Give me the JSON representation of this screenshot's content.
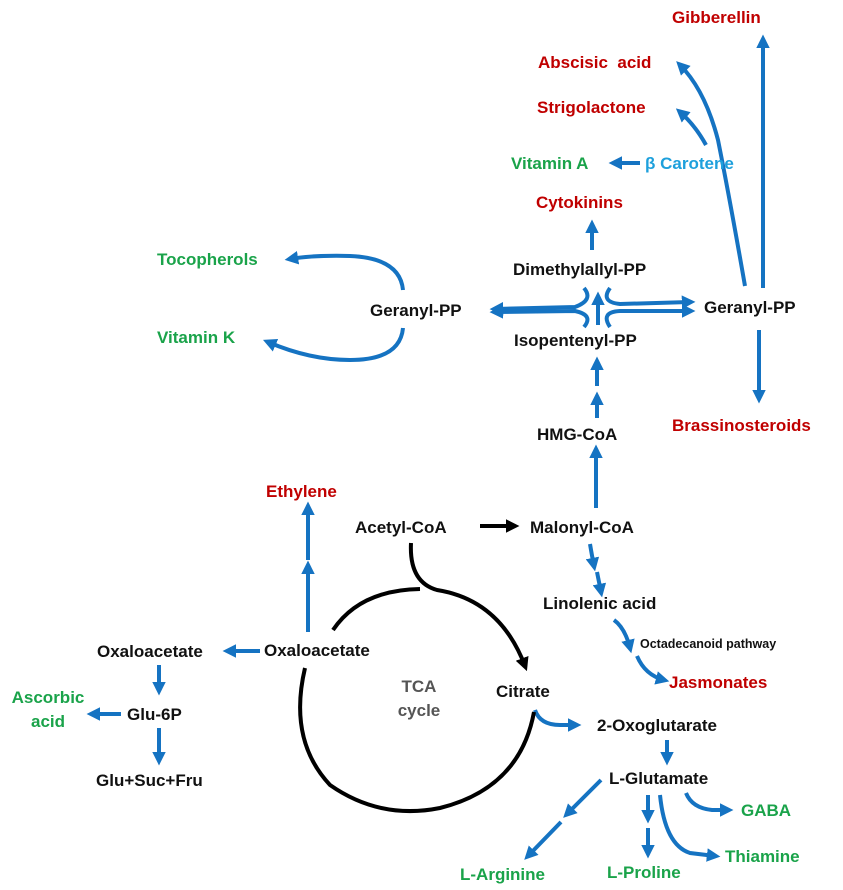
{
  "title": "Plant metabolic pathway map: TCA cycle, MVA/isoprenoid, fatty acid and amino acid branches",
  "colors": {
    "metabolite": "#111111",
    "hormone": "#c00000",
    "vitamin_or_product": "#1aa34a",
    "carotenoid": "#1ea0dc",
    "arrow": "#1573c2",
    "tca_arrow": "#000000"
  },
  "nodes": {
    "gibberellin": "Gibberellin",
    "abscisic_acid": "Abscisic  acid",
    "strigolactone": "Strigolactone",
    "vitamin_a": "Vitamin A",
    "beta_carotene": "β Carotene",
    "cytokinins": "Cytokinins",
    "tocopherols": "Tocopherols",
    "dimethylallyl_pp": "Dimethylallyl-PP",
    "geranyl_pp_left": "Geranyl-PP",
    "geranyl_pp_right": "Geranyl-PP",
    "vitamin_k": "Vitamin K",
    "isopentenyl_pp": "Isopentenyl-PP",
    "brassinosteroids": "Brassinosteroids",
    "hmg_coa": "HMG-CoA",
    "ethylene": "Ethylene",
    "acetyl_coa": "Acetyl-CoA",
    "malonyl_coa": "Malonyl-CoA",
    "linolenic_acid": "Linolenic acid",
    "octadecanoid_pathway": "Octadecanoid pathway",
    "oxaloacetate_left": "Oxaloacetate",
    "oxaloacetate_right": "Oxaloacetate",
    "jasmonates": "Jasmonates",
    "tca_line1": "TCA",
    "tca_line2": "cycle",
    "citrate": "Citrate",
    "ascorbic_line1": "Ascorbic",
    "ascorbic_line2": "acid",
    "glu_6p": "Glu-6P",
    "oxoglutarate": "2-Oxoglutarate",
    "glu_suc_fru": "Glu+Suc+Fru",
    "l_glutamate": "L-Glutamate",
    "gaba": "GABA",
    "thiamine": "Thiamine",
    "l_arginine": "L-Arginine",
    "l_proline": "L-Proline"
  },
  "edges": [
    {
      "from": "Acetyl-CoA",
      "to": "Malonyl-CoA"
    },
    {
      "from": "Acetyl-CoA",
      "to": "Citrate"
    },
    {
      "from": "Malonyl-CoA",
      "to": "HMG-CoA"
    },
    {
      "from": "HMG-CoA",
      "to": "Isopentenyl-PP"
    },
    {
      "from": "Isopentenyl-PP",
      "to": "Dimethylallyl-PP"
    },
    {
      "from": "Dimethylallyl-PP",
      "to": "Cytokinins"
    },
    {
      "from": "Isopentenyl-PP",
      "to": "Geranyl-PP (left)"
    },
    {
      "from": "Isopentenyl-PP",
      "to": "Geranyl-PP (right)"
    },
    {
      "from": "Geranyl-PP (left)",
      "to": "Tocopherols"
    },
    {
      "from": "Geranyl-PP (left)",
      "to": "Vitamin K"
    },
    {
      "from": "Geranyl-PP (right)",
      "to": "Gibberellin"
    },
    {
      "from": "Geranyl-PP (right)",
      "to": "Abscisic acid"
    },
    {
      "from": "Geranyl-PP (right)",
      "to": "Strigolactone"
    },
    {
      "from": "Geranyl-PP (right)",
      "to": "Brassinosteroids"
    },
    {
      "from": "β Carotene",
      "to": "Vitamin A"
    },
    {
      "from": "Malonyl-CoA",
      "to": "Linolenic acid"
    },
    {
      "from": "Linolenic acid",
      "to": "Jasmonates",
      "label": "Octadecanoid pathway"
    },
    {
      "from": "Oxaloacetate",
      "to": "Ethylene"
    },
    {
      "from": "Oxaloacetate",
      "to": "Oxaloacetate"
    },
    {
      "from": "Oxaloacetate",
      "to": "Glu-6P"
    },
    {
      "from": "Glu-6P",
      "to": "Ascorbic acid"
    },
    {
      "from": "Glu-6P",
      "to": "Glu+Suc+Fru"
    },
    {
      "from": "Citrate",
      "to": "2-Oxoglutarate"
    },
    {
      "from": "2-Oxoglutarate",
      "to": "L-Glutamate"
    },
    {
      "from": "L-Glutamate",
      "to": "GABA"
    },
    {
      "from": "L-Glutamate",
      "to": "Thiamine"
    },
    {
      "from": "L-Glutamate",
      "to": "L-Proline"
    },
    {
      "from": "L-Glutamate",
      "to": "L-Arginine"
    }
  ]
}
